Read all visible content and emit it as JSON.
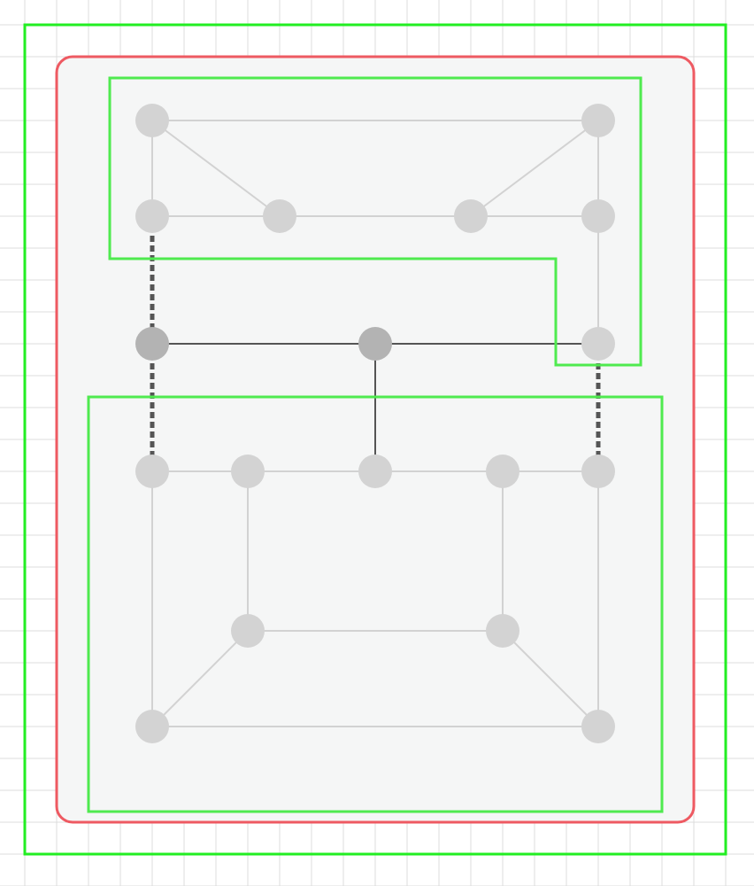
{
  "colors": {
    "background": "#ffffff",
    "grid": "#dcdcdc",
    "outer_frame": "#22ee22",
    "container_stroke": "#ee5a62",
    "container_fill": "#f5f6f6",
    "group_outline": "#4fea4f",
    "node_light": "#d3d3d3",
    "node_dark": "#b3b3b3",
    "edge_light": "#d2d2d2",
    "edge_dark": "#555555"
  },
  "groups": [
    {
      "id": "top-group",
      "shape": "l-shape"
    },
    {
      "id": "bottom-group",
      "shape": "rectangle"
    }
  ],
  "nodes": [
    {
      "id": "t1",
      "group": "top-group",
      "tone": "light"
    },
    {
      "id": "t2",
      "group": "top-group",
      "tone": "light"
    },
    {
      "id": "t3",
      "group": "top-group",
      "tone": "light"
    },
    {
      "id": "t4",
      "group": "top-group",
      "tone": "light"
    },
    {
      "id": "t5",
      "group": "top-group",
      "tone": "light"
    },
    {
      "id": "t6",
      "group": "top-group",
      "tone": "light"
    },
    {
      "id": "t7",
      "group": "top-group",
      "tone": "light"
    },
    {
      "id": "m1",
      "group": "",
      "tone": "dark"
    },
    {
      "id": "m2",
      "group": "",
      "tone": "dark"
    },
    {
      "id": "b1",
      "group": "bottom-group",
      "tone": "light"
    },
    {
      "id": "b2",
      "group": "bottom-group",
      "tone": "light"
    },
    {
      "id": "b3",
      "group": "bottom-group",
      "tone": "light"
    },
    {
      "id": "b4",
      "group": "bottom-group",
      "tone": "light"
    },
    {
      "id": "b5",
      "group": "bottom-group",
      "tone": "light"
    },
    {
      "id": "b6",
      "group": "bottom-group",
      "tone": "light"
    },
    {
      "id": "b7",
      "group": "bottom-group",
      "tone": "light"
    },
    {
      "id": "b8",
      "group": "bottom-group",
      "tone": "light"
    },
    {
      "id": "b9",
      "group": "bottom-group",
      "tone": "light"
    }
  ],
  "edges": [
    {
      "from": "t1",
      "to": "t2",
      "style": "light"
    },
    {
      "from": "t1",
      "to": "t3",
      "style": "light"
    },
    {
      "from": "t1",
      "to": "t4",
      "style": "light"
    },
    {
      "from": "t3",
      "to": "t4",
      "style": "light"
    },
    {
      "from": "t4",
      "to": "t5",
      "style": "light"
    },
    {
      "from": "t5",
      "to": "t6",
      "style": "light"
    },
    {
      "from": "t5",
      "to": "t2",
      "style": "light"
    },
    {
      "from": "t2",
      "to": "t6",
      "style": "light"
    },
    {
      "from": "t6",
      "to": "t7",
      "style": "light"
    },
    {
      "from": "t3",
      "to": "m1",
      "style": "dashed"
    },
    {
      "from": "m1",
      "to": "m2",
      "style": "dark"
    },
    {
      "from": "m2",
      "to": "t7",
      "style": "dark"
    },
    {
      "from": "m1",
      "to": "b1",
      "style": "dashed"
    },
    {
      "from": "m2",
      "to": "b3",
      "style": "dark"
    },
    {
      "from": "t7",
      "to": "b5",
      "style": "dashed"
    },
    {
      "from": "b1",
      "to": "b2",
      "style": "light"
    },
    {
      "from": "b2",
      "to": "b3",
      "style": "light"
    },
    {
      "from": "b3",
      "to": "b4",
      "style": "light"
    },
    {
      "from": "b4",
      "to": "b5",
      "style": "light"
    },
    {
      "from": "b2",
      "to": "b6",
      "style": "light"
    },
    {
      "from": "b4",
      "to": "b7",
      "style": "light"
    },
    {
      "from": "b6",
      "to": "b7",
      "style": "light"
    },
    {
      "from": "b6",
      "to": "b8",
      "style": "light"
    },
    {
      "from": "b7",
      "to": "b9",
      "style": "light"
    },
    {
      "from": "b1",
      "to": "b8",
      "style": "light"
    },
    {
      "from": "b5",
      "to": "b9",
      "style": "light"
    },
    {
      "from": "b8",
      "to": "b9",
      "style": "light"
    }
  ]
}
